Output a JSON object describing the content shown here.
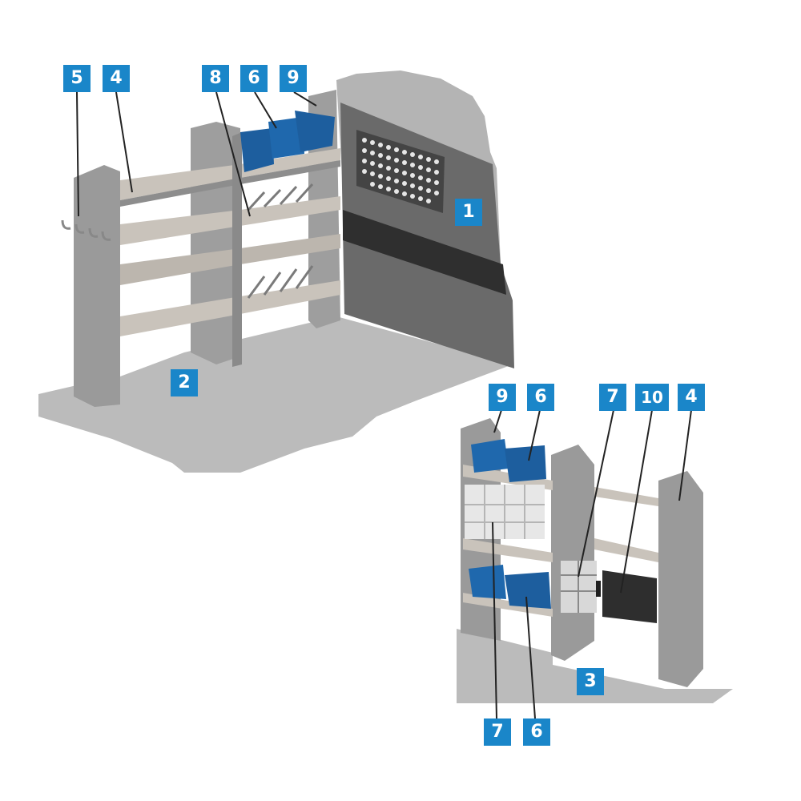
{
  "colors": {
    "callout_bg": "#1a86c9",
    "callout_text": "#ffffff",
    "floor": "#b9b9b9",
    "partition": "#6a6a6a",
    "partition_band": "#2e2e2e",
    "shelf_frame": "#a9a9a9",
    "shelf_surface": "#c9c3bb",
    "bin": "#1d5e9e",
    "background": "#ffffff"
  },
  "diagram": {
    "views": [
      {
        "view": "full van interior",
        "callouts": [
          "5",
          "4",
          "8",
          "6",
          "9",
          "1",
          "2"
        ]
      },
      {
        "view": "shelving unit detail",
        "callouts": [
          "9",
          "6",
          "7",
          "10",
          "4",
          "3",
          "7",
          "6"
        ]
      }
    ]
  },
  "callouts": {
    "top_5": "5",
    "top_4": "4",
    "top_8": "8",
    "top_6": "6",
    "top_9": "9",
    "top_1": "1",
    "top_2": "2",
    "bot_9": "9",
    "bot_6": "6",
    "bot_7": "7",
    "bot_10": "10",
    "bot_4": "4",
    "bot_3": "3",
    "bot_7b": "7",
    "bot_6b": "6"
  }
}
